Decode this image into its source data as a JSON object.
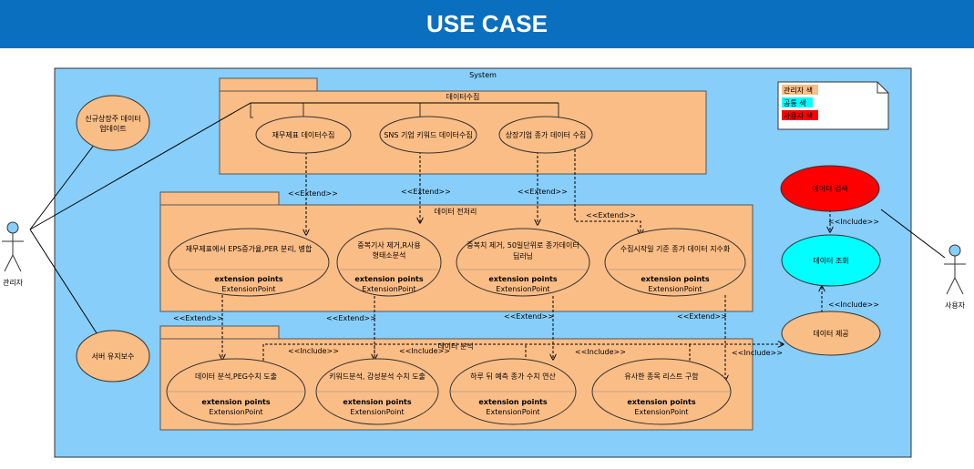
{
  "header": {
    "title": "USE CASE"
  },
  "system": {
    "label": "System"
  },
  "legend": {
    "items": [
      {
        "label": "관리자 색",
        "color": "#f9bd86"
      },
      {
        "label": "공통 색",
        "color": "#00ffff"
      },
      {
        "label": "사용자 색",
        "color": "#ff0000"
      }
    ]
  },
  "actors": {
    "admin": "관리자",
    "user": "사용자"
  },
  "packages": {
    "collect": "데이터수집",
    "preprocess": "데이터 전처리",
    "analysis": "데이터 분석"
  },
  "usecases": {
    "listing_update": [
      "신규상장주 데이터",
      "업데이트"
    ],
    "server_maintenance": "서버 유지보수",
    "fin_collect": "재무제표 데이터수집",
    "sns_collect": "SNS 기업 키워드 데이터수집",
    "price_collect": "상장기업 종가 데이터 수집",
    "fin_preprocess": "재무제표에서 EPS증가율,PER 분리, 병합",
    "morph": [
      "중복기사 제거,R사용",
      "형태소분석"
    ],
    "price_clean": [
      "중복치 제거, 50일단위로 종가데이터",
      "딥러닝"
    ],
    "index": "수집시작일 기준 종가 데이터 지수화",
    "peg": "데이터 분석,PEG수치 도출",
    "sentiment": "키워드분석, 감성분석 수치 도출",
    "forecast": "하루 뒤 예측 종가 수치 연산",
    "similar": "유사한 종목 리스트 구함",
    "search": "데이터 검색",
    "view": "데이터 조회",
    "provide": "데이터 제공"
  },
  "ext": {
    "title": "extension points",
    "point": "ExtensionPoint"
  },
  "relations": {
    "extend": "<<Extend>>",
    "include": "<<Include>>"
  },
  "colors": {
    "banner": "#0b6fc0",
    "system_fill": "#87cefa",
    "package_fill": "#fbbd86",
    "admin": "#f9bd86",
    "common": "#00ffff",
    "user": "#ff0000"
  }
}
